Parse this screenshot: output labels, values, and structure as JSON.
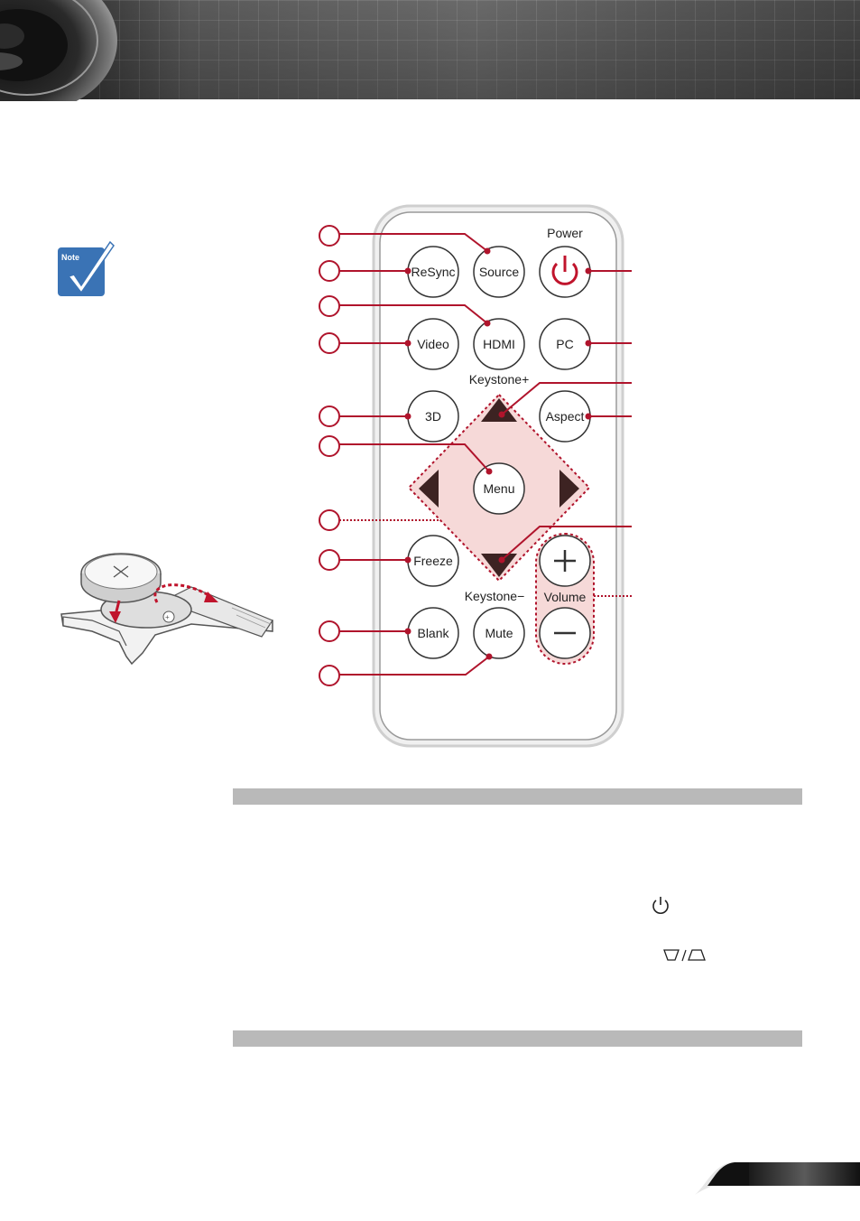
{
  "note_icon": {
    "label": "Note",
    "color": "#3a73b5"
  },
  "remote": {
    "power_label": "Power",
    "keystone_plus_label": "Keystone+",
    "keystone_minus_label": "Keystone−",
    "volume_label": "Volume",
    "buttons": {
      "resync": "ReSync",
      "source": "Source",
      "video": "Video",
      "hdmi": "HDMI",
      "pc": "PC",
      "three_d": "3D",
      "aspect": "Aspect",
      "menu": "Menu",
      "freeze": "Freeze",
      "blank": "Blank",
      "mute": "Mute"
    },
    "accent_color": "#c0142c"
  },
  "icons": {
    "power": "power-icon",
    "keystone": "keystone-icon",
    "battery": "coin-battery-illustration"
  }
}
